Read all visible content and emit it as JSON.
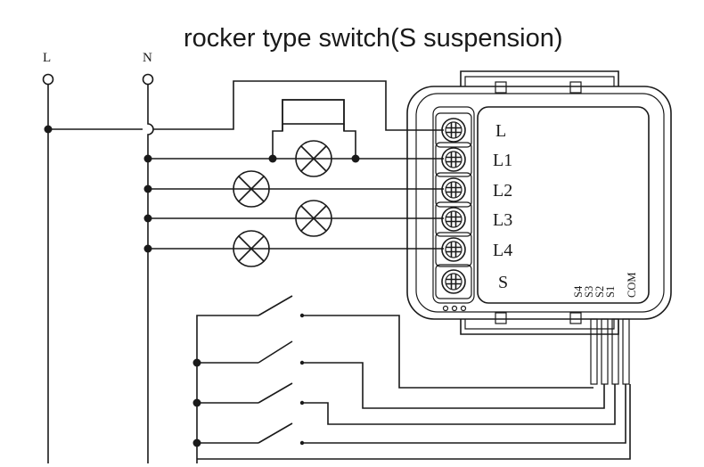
{
  "title": "rocker type switch(S suspension)",
  "rails": [
    {
      "id": "L",
      "label": "L"
    },
    {
      "id": "N",
      "label": "N"
    }
  ],
  "terminals": [
    "L",
    "L1",
    "L2",
    "L3",
    "L4",
    "S"
  ],
  "switch_inputs": [
    "COM",
    "S1",
    "S2",
    "S3",
    "S4"
  ],
  "colors": {
    "line": "#1a1a1a",
    "background": "#ffffff"
  }
}
